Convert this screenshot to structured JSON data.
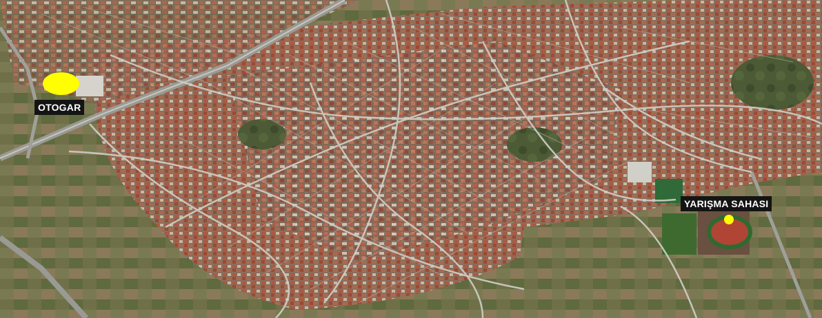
{
  "map": {
    "type": "satellite",
    "markers": [
      {
        "name": "OTOGAR",
        "color": "#ffff00"
      },
      {
        "name": "YARIŞMA SAHASI",
        "color": "#ffff00"
      }
    ]
  },
  "labels": {
    "otogar": "OTOGAR",
    "saha": "YARIŞMA SAHASI"
  },
  "colors": {
    "marker": "#ffff00",
    "label_bg": "#141414",
    "label_text": "#ffffff"
  }
}
